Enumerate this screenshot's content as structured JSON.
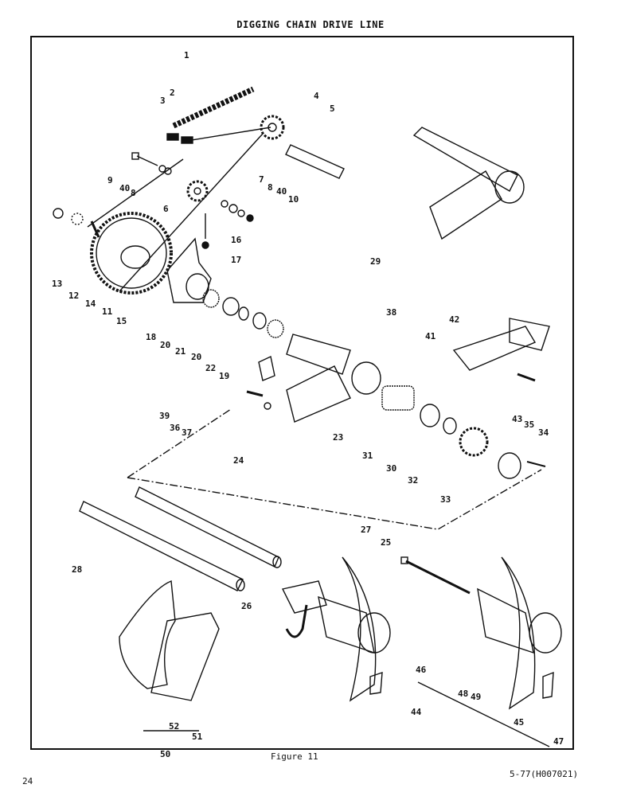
{
  "title": "DIGGING CHAIN DRIVE LINE",
  "caption": "Figure 11",
  "page_number": "24",
  "doc_code": "5-77(H007021)",
  "labels": [
    "1",
    "2",
    "3",
    "4",
    "5",
    "6",
    "7",
    "8",
    "40",
    "10",
    "9",
    "40",
    "8",
    "13",
    "12",
    "14",
    "11",
    "15",
    "16",
    "17",
    "29",
    "38",
    "42",
    "41",
    "18",
    "20",
    "21",
    "20",
    "22",
    "19",
    "39",
    "36",
    "37",
    "43",
    "23",
    "31",
    "30",
    "32",
    "35",
    "34",
    "33",
    "24",
    "28",
    "27",
    "25",
    "26",
    "46",
    "48",
    "49",
    "44",
    "45",
    "47",
    "52",
    "51",
    "50"
  ],
  "colors": {
    "ink": "#111111",
    "paper": "#ffffff"
  }
}
